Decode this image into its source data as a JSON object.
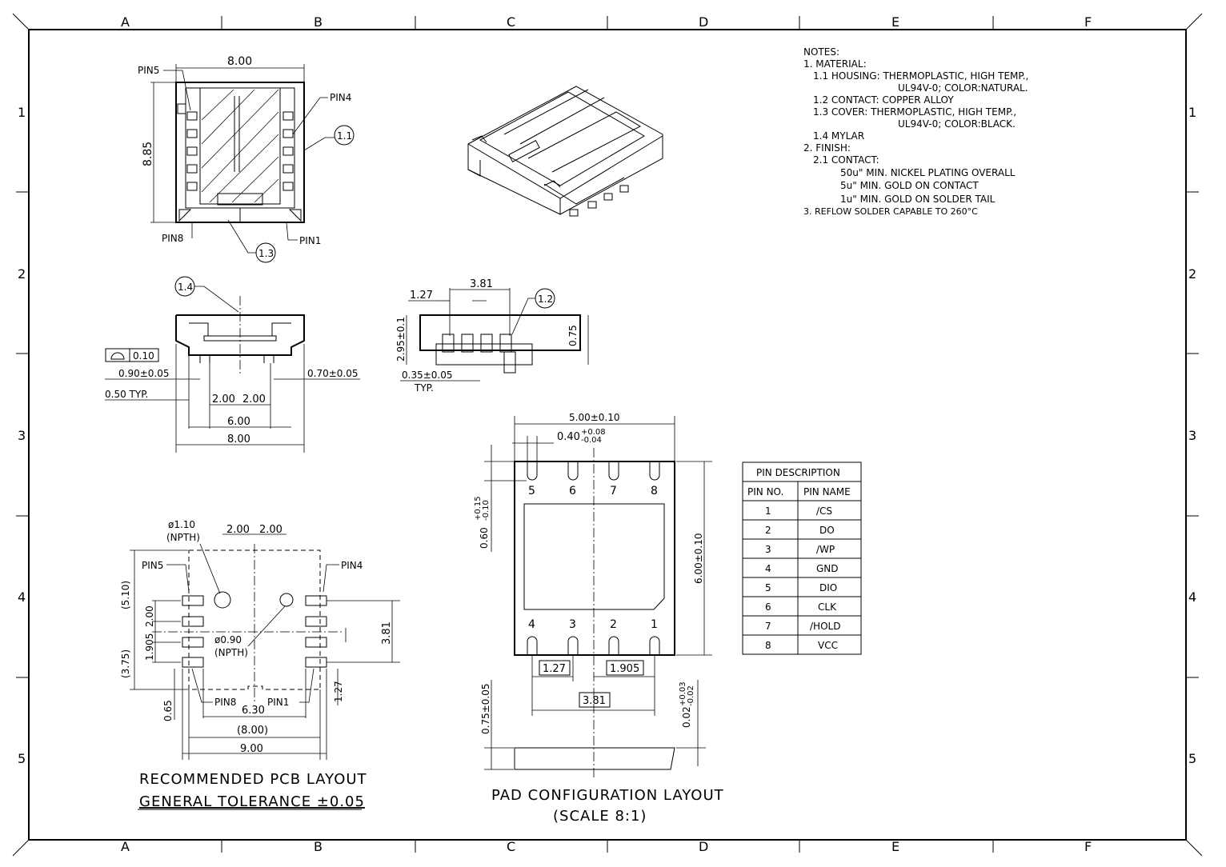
{
  "zones": {
    "columns": [
      "A",
      "B",
      "C",
      "D",
      "E",
      "F"
    ],
    "rows": [
      "1",
      "2",
      "3",
      "4",
      "5"
    ]
  },
  "notes": [
    "NOTES:",
    "1. MATERIAL:",
    "1.1 HOUSING: THERMOPLASTIC, HIGH TEMP.,",
    "UL94V-0; COLOR:NATURAL.",
    "1.2 CONTACT: COPPER ALLOY",
    "1.3 COVER:  THERMOPLASTIC, HIGH TEMP.,",
    "UL94V-0; COLOR:BLACK.",
    "1.4 MYLAR",
    "2. FINISH:",
    "2.1 CONTACT:",
    "50u\" MIN. NICKEL PLATING OVERALL",
    "5u\" MIN. GOLD ON CONTACT",
    "1u\" MIN. GOLD ON SOLDER TAIL",
    "3. REFLOW SOLDER CAPABLE TO 260°C"
  ],
  "top_view": {
    "width": "8.00",
    "height": "8.85",
    "pin5": "PIN5",
    "pin4": "PIN4",
    "pin8": "PIN8",
    "pin1": "PIN1",
    "balloon_housing": "1.1",
    "balloon_cover": "1.3"
  },
  "side_view": {
    "balloon_mylar": "1.4",
    "flatness": "0.10",
    "left_tail": "0.90±0.05",
    "right_tail": "0.70±0.05",
    "typ": "0.50 TYP.",
    "pitch_a": "2.00",
    "pitch_b": "2.00",
    "span": "6.00",
    "width": "8.00"
  },
  "end_view": {
    "pitch": "1.27",
    "span": "3.81",
    "balloon_contact": "1.2",
    "height": "2.95±0.1",
    "offset": "0.75",
    "tail": "0.35±0.05",
    "typ": "TYP."
  },
  "pad_layout": {
    "width": "5.00±0.10",
    "slot": "0.40",
    "slot_plus": "+0.08",
    "slot_minus": "-0.04",
    "slot_depth": "0.60",
    "depth_plus": "+0.15",
    "depth_minus": "-0.10",
    "height": "6.00±0.10",
    "top_pins": [
      "5",
      "6",
      "7",
      "8"
    ],
    "bottom_pins": [
      "4",
      "3",
      "2",
      "1"
    ],
    "pitch": "1.27",
    "pitch2": "1.905",
    "span": "3.81",
    "thickness": "0.75±0.05",
    "flat": "0.02",
    "flat_plus": "+0.03",
    "flat_minus": "-0.02",
    "title": "PAD CONFIGURATION LAYOUT",
    "scale": "(SCALE 8:1)"
  },
  "pcb_layout": {
    "hole1": "ø1.10",
    "hole1_type": "(NPTH)",
    "hole2": "ø0.90",
    "hole2_type": "(NPTH)",
    "p1": "2.00",
    "p2": "2.00",
    "d510": "(5.10)",
    "d200": "2.00",
    "d1905": "1.905",
    "d375": "(3.75)",
    "d065": "0.65",
    "d630": "6.30",
    "d800": "(8.00)",
    "d900": "9.00",
    "d381": "3.81",
    "d127": "1.27",
    "pin5": "PIN5",
    "pin4": "PIN4",
    "pin8": "PIN8",
    "pin1": "PIN1",
    "title": "RECOMMENDED PCB LAYOUT",
    "tolerance": "GENERAL TOLERANCE ±0.05"
  },
  "pin_table": {
    "caption": "PIN DESCRIPTION",
    "headers": [
      "PIN NO.",
      "PIN NAME"
    ],
    "rows": [
      [
        "1",
        "/CS"
      ],
      [
        "2",
        "DO"
      ],
      [
        "3",
        "/WP"
      ],
      [
        "4",
        "GND"
      ],
      [
        "5",
        "DIO"
      ],
      [
        "6",
        "CLK"
      ],
      [
        "7",
        "/HOLD"
      ],
      [
        "8",
        "VCC"
      ]
    ]
  }
}
